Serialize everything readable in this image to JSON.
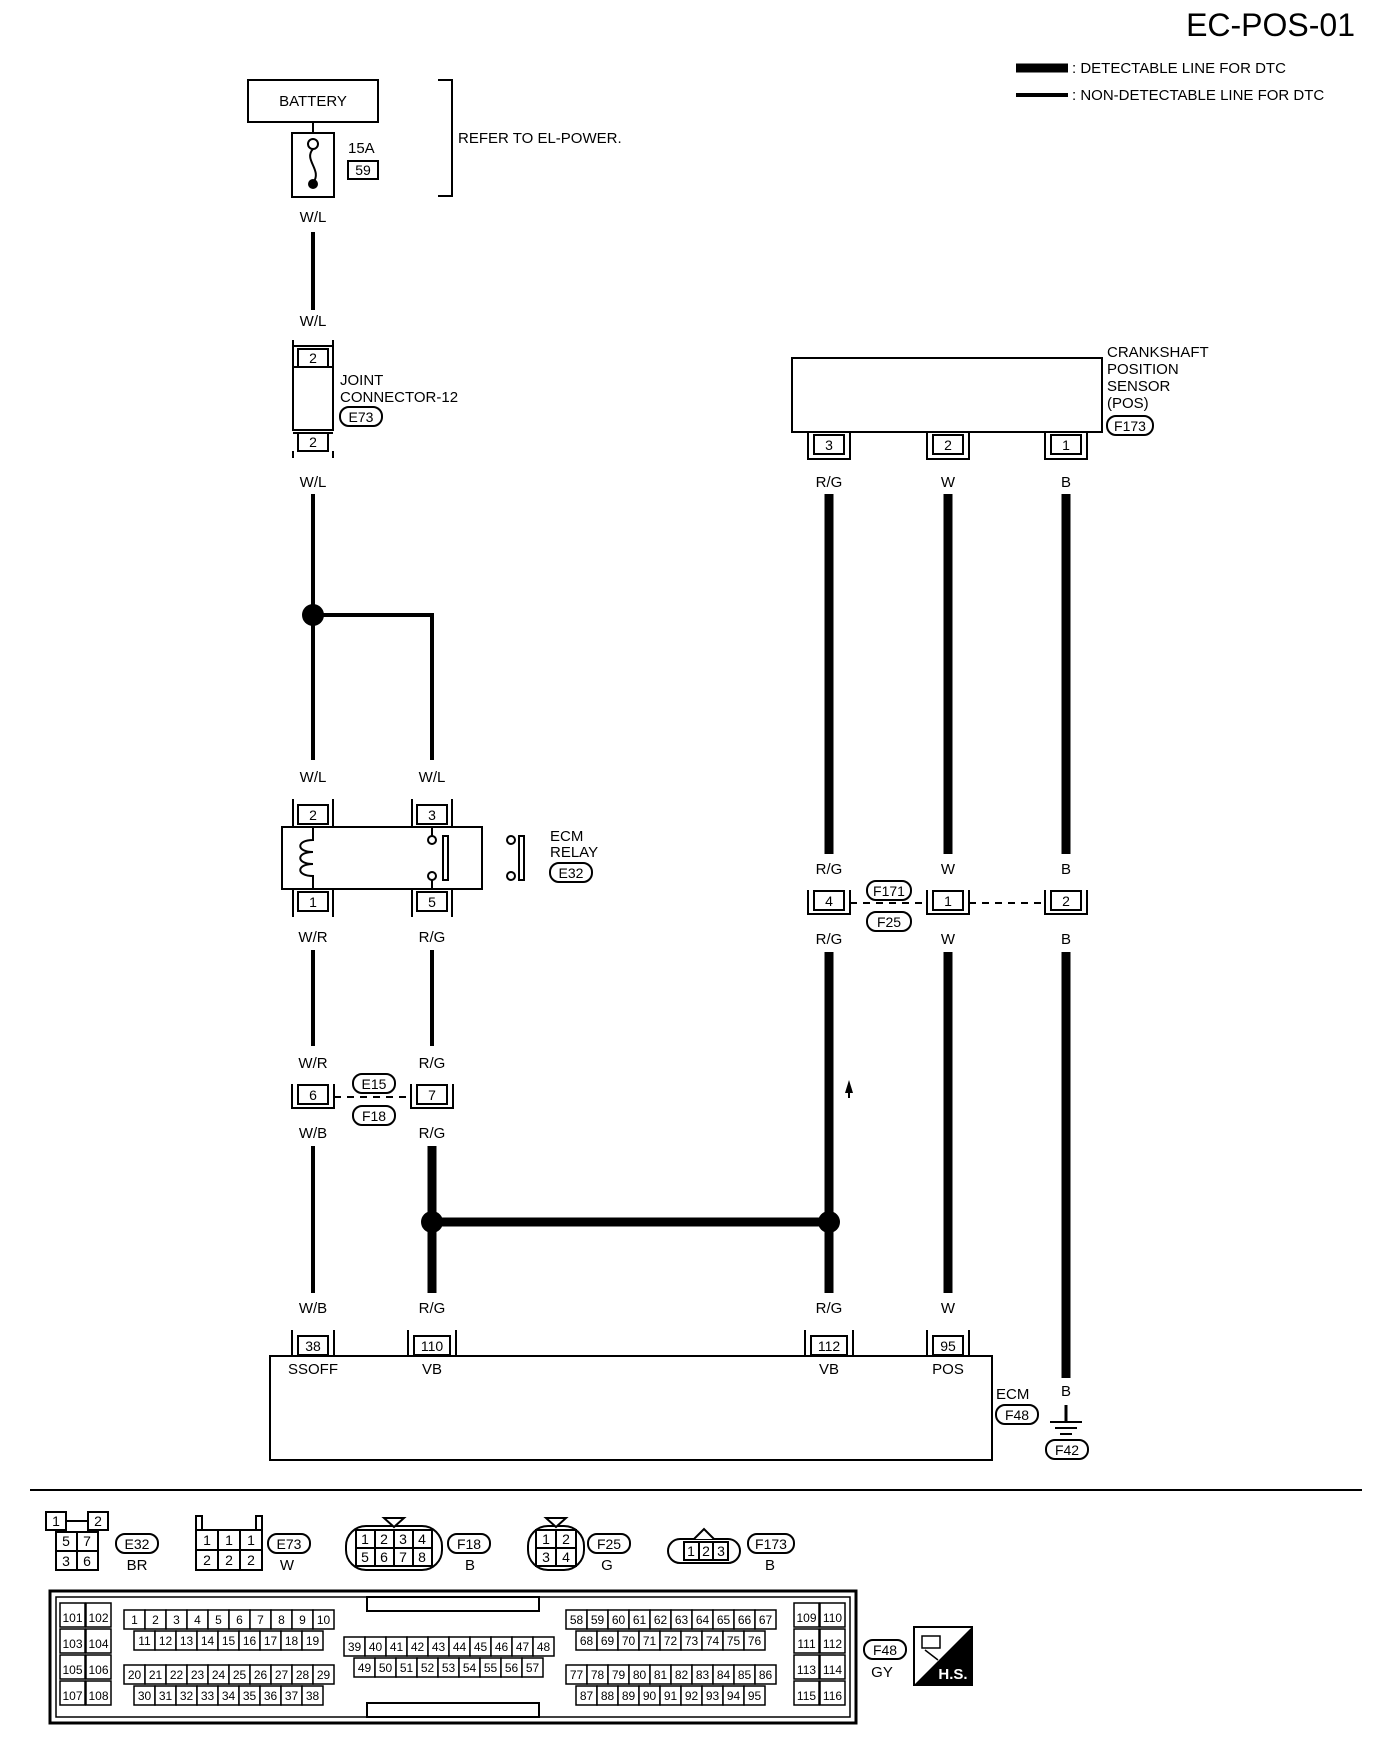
{
  "title": "EC-POS-01",
  "legend": {
    "detectable": ": DETECTABLE LINE FOR DTC",
    "non_detectable": ": NON-DETECTABLE LINE FOR DTC"
  },
  "battery": {
    "label": "BATTERY",
    "fuse_amp": "15A",
    "fuse_no": "59",
    "refer": "REFER TO EL-POWER."
  },
  "joint": {
    "name_line1": "JOINT",
    "name_line2": "CONNECTOR-12",
    "code": "E73",
    "pin": "2"
  },
  "relay": {
    "name_line1": "ECM",
    "name_line2": "RELAY",
    "code": "E32",
    "pins": [
      "2",
      "3",
      "1",
      "5"
    ]
  },
  "sensor": {
    "name_lines": [
      "CRANKSHAFT",
      "POSITION",
      "SENSOR",
      "(POS)"
    ],
    "code": "F173",
    "pins": [
      "3",
      "2",
      "1"
    ]
  },
  "mid_connector_right": {
    "top_code": "F171",
    "bottom_code": "F25",
    "pins": [
      "4",
      "1",
      "2"
    ]
  },
  "mid_connector_left": {
    "top_code": "E15",
    "bottom_code": "F18",
    "pins": [
      "6",
      "7"
    ]
  },
  "ecm": {
    "name": "ECM",
    "code": "F48",
    "ground_code": "F42",
    "pins": [
      {
        "no": "38",
        "label": "SSOFF"
      },
      {
        "no": "110",
        "label": "VB"
      },
      {
        "no": "112",
        "label": "VB"
      },
      {
        "no": "95",
        "label": "POS"
      }
    ]
  },
  "wire_colors": {
    "wl": "W/L",
    "wr": "W/R",
    "wb": "W/B",
    "rg": "R/G",
    "w": "W",
    "b": "B"
  },
  "connector_views": {
    "e32": {
      "code": "E32",
      "color": "BR",
      "pins": [
        "1",
        "2",
        "5",
        "7",
        "3",
        "6"
      ]
    },
    "e73": {
      "code": "E73",
      "color": "W",
      "pins": [
        "1",
        "1",
        "1",
        "2",
        "2",
        "2"
      ]
    },
    "f18": {
      "code": "F18",
      "color": "B",
      "pins": [
        "1",
        "2",
        "3",
        "4",
        "5",
        "6",
        "7",
        "8"
      ]
    },
    "f25": {
      "code": "F25",
      "color": "G",
      "pins": [
        "1",
        "2",
        "3",
        "4"
      ]
    },
    "f173": {
      "code": "F173",
      "color": "B",
      "pins": [
        "1",
        "2",
        "3"
      ]
    },
    "f48": {
      "code": "F48",
      "color": "GY",
      "left_pins": [
        "101",
        "102",
        "103",
        "104",
        "105",
        "106",
        "107",
        "108"
      ],
      "row1": [
        "1",
        "2",
        "3",
        "4",
        "5",
        "6",
        "7",
        "8",
        "9",
        "10"
      ],
      "row2": [
        "11",
        "12",
        "13",
        "14",
        "15",
        "16",
        "17",
        "18",
        "19"
      ],
      "row3": [
        "20",
        "21",
        "22",
        "23",
        "24",
        "25",
        "26",
        "27",
        "28",
        "29"
      ],
      "row4": [
        "30",
        "31",
        "32",
        "33",
        "34",
        "35",
        "36",
        "37",
        "38"
      ],
      "mid_row1": [
        "39",
        "40",
        "41",
        "42",
        "43",
        "44",
        "45",
        "46",
        "47",
        "48"
      ],
      "mid_row2": [
        "49",
        "50",
        "51",
        "52",
        "53",
        "54",
        "55",
        "56",
        "57"
      ],
      "r_row1": [
        "58",
        "59",
        "60",
        "61",
        "62",
        "63",
        "64",
        "65",
        "66",
        "67"
      ],
      "r_row2": [
        "68",
        "69",
        "70",
        "71",
        "72",
        "73",
        "74",
        "75",
        "76"
      ],
      "r_row3": [
        "77",
        "78",
        "79",
        "80",
        "81",
        "82",
        "83",
        "84",
        "85",
        "86"
      ],
      "r_row4": [
        "87",
        "88",
        "89",
        "90",
        "91",
        "92",
        "93",
        "94",
        "95"
      ],
      "right_pins": [
        "109",
        "110",
        "111",
        "112",
        "113",
        "114",
        "115",
        "116"
      ]
    },
    "hs": "H.S."
  }
}
